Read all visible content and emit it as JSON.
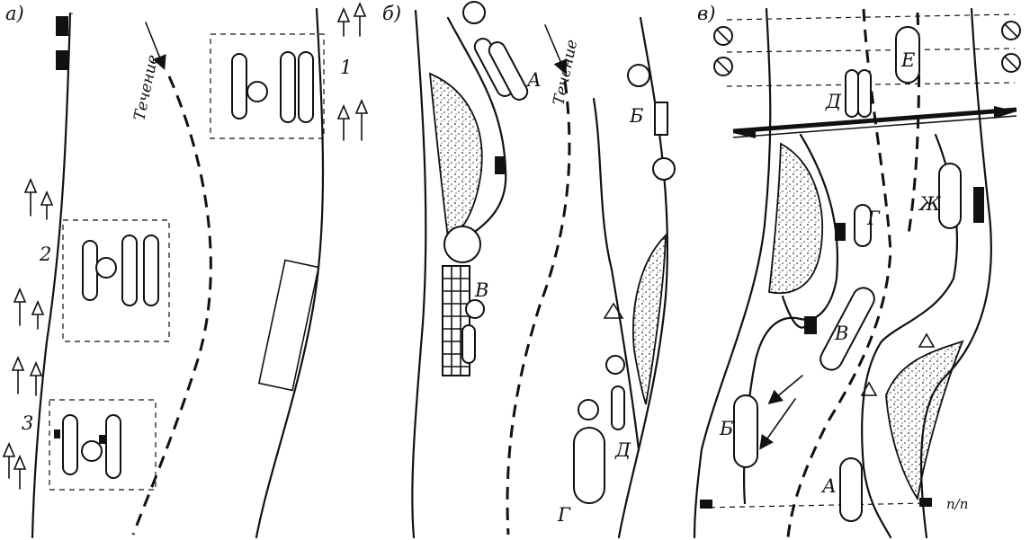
{
  "panels": {
    "a": {
      "label": "а)"
    },
    "b": {
      "label": "б)"
    },
    "c": {
      "label": "в)"
    }
  },
  "flow_label": "Течение",
  "numbers": [
    "1",
    "2",
    "3"
  ],
  "panel_b_markers": [
    "А",
    "Б",
    "В",
    "Г",
    "Д"
  ],
  "panel_c_markers": [
    "А",
    "Б",
    "В",
    "Г",
    "Д",
    "Е",
    "Ж"
  ],
  "pp_label": "п/п"
}
